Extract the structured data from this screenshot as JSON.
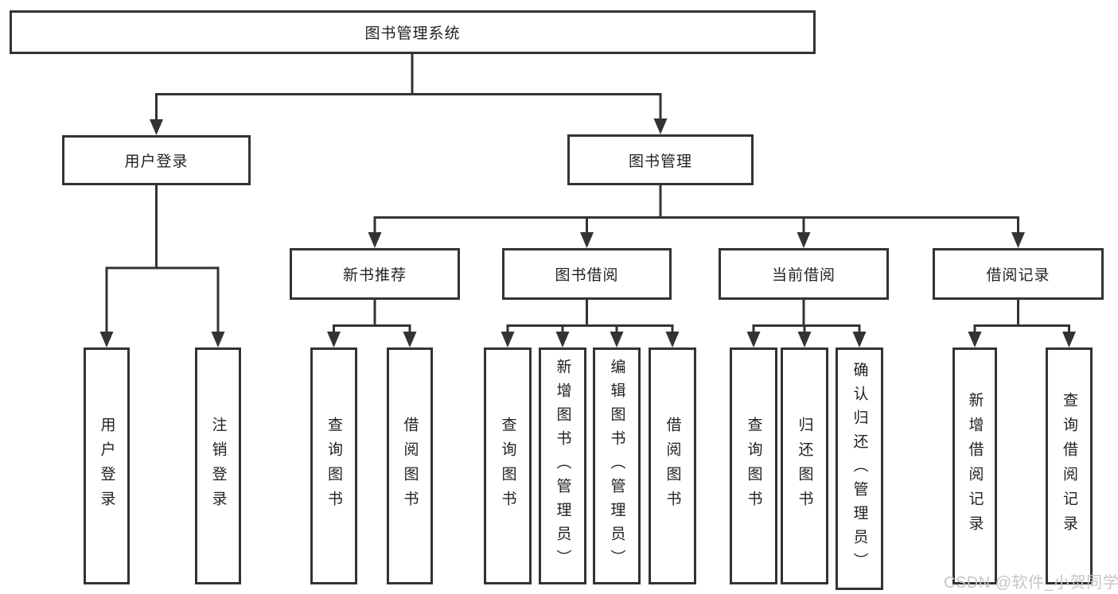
{
  "root": {
    "label": "图书管理系统"
  },
  "branches": [
    {
      "label": "用户登录",
      "children": [
        "用户登录",
        "注销登录"
      ]
    },
    {
      "label": "图书管理",
      "children": [
        {
          "label": "新书推荐",
          "children": [
            "查询图书",
            "借阅图书"
          ]
        },
        {
          "label": "图书借阅",
          "children": [
            "查询图书",
            "新增图书（管理员）",
            "编辑图书（管理员）",
            "借阅图书"
          ]
        },
        {
          "label": "当前借阅",
          "children": [
            "查询图书",
            "归还图书",
            "确认归还（管理员）"
          ]
        },
        {
          "label": "借阅记录",
          "children": [
            "新增借阅记录",
            "查询借阅记录"
          ]
        }
      ]
    }
  ],
  "watermark": "CSDN @软件_小贺同学",
  "colors": {
    "line": "#333333",
    "text": "#222222",
    "watermark": "#c6c6c6",
    "background": "#ffffff"
  }
}
